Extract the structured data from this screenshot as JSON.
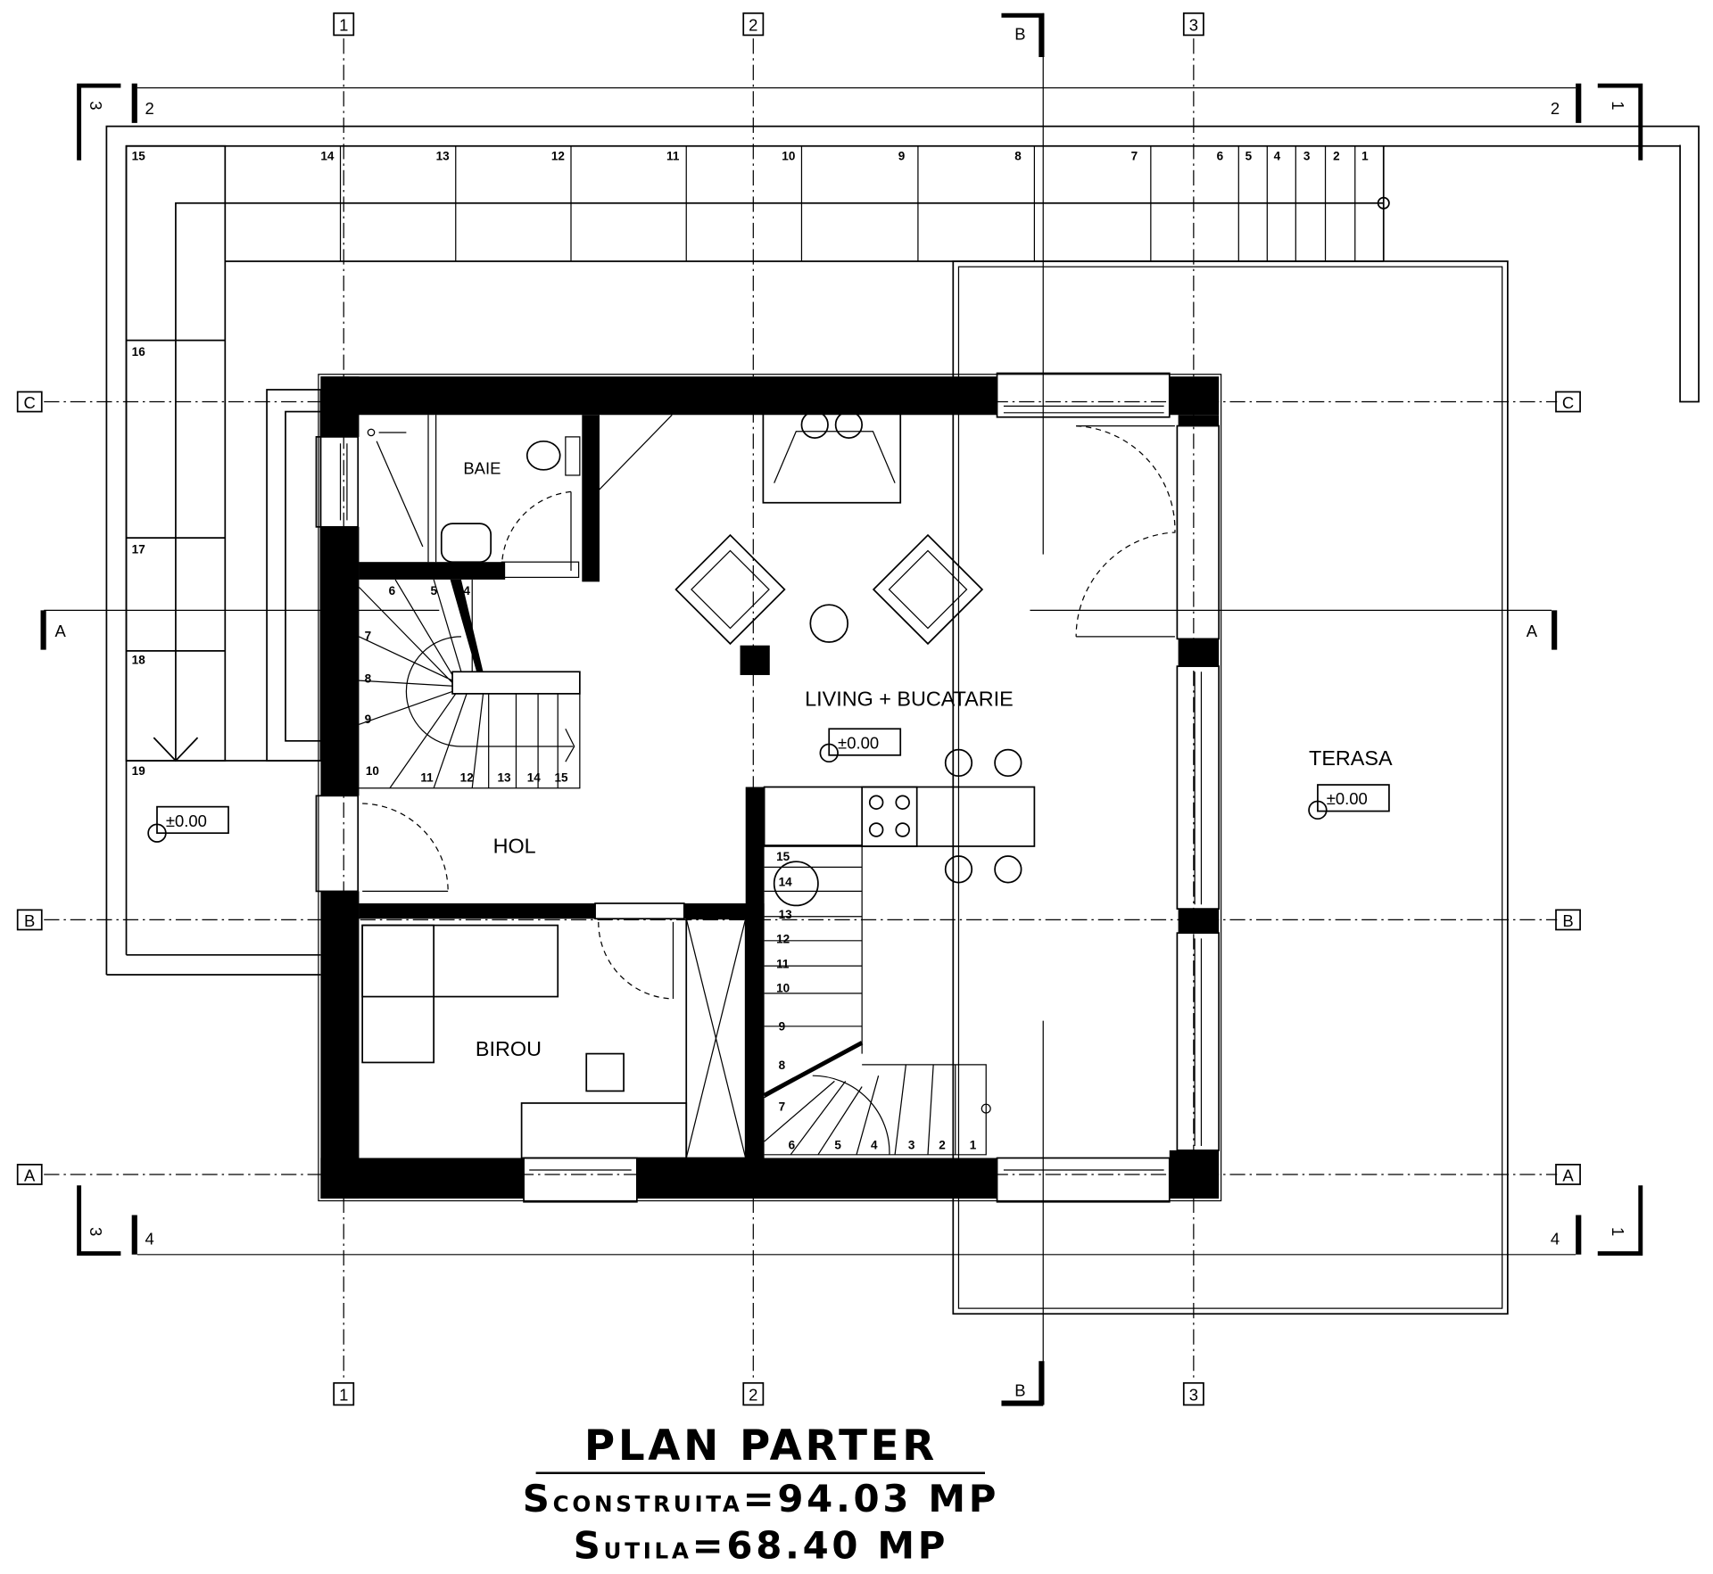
{
  "title": "PLAN PARTER",
  "areas": {
    "built_prefix": "S",
    "built_sub": "CONSTRUITA",
    "built_value": "=94.03 MP",
    "useful_prefix": "S",
    "useful_sub": "UTILA",
    "useful_value": "=68.40 MP"
  },
  "rooms": {
    "baie": "BAIE",
    "living": "LIVING + BUCATARIE",
    "hol": "HOL",
    "birou": "BIROU",
    "terasa": "TERASA"
  },
  "elevations": [
    "±0.00",
    "±0.00",
    "±0.00"
  ],
  "grid": {
    "vertical": [
      "1",
      "2",
      "3"
    ],
    "horizontal": [
      "C",
      "B",
      "A"
    ],
    "section_a": "A",
    "section_b": "B"
  },
  "section_marks": {
    "left_top": "3",
    "top_left": "2",
    "top_right": "2",
    "right_top": "1",
    "left_bottom": "3",
    "bottom_left": "4",
    "bottom_right": "4",
    "right_bottom": "1"
  },
  "outdoor_steps": [
    "15",
    "14",
    "13",
    "12",
    "11",
    "10",
    "9",
    "8",
    "7",
    "6",
    "5",
    "4",
    "3",
    "2",
    "1",
    "16",
    "17",
    "18",
    "19"
  ],
  "hall_stair": [
    "4",
    "5",
    "6",
    "7",
    "8",
    "9",
    "10",
    "11",
    "12",
    "13",
    "14",
    "15"
  ],
  "living_stair": [
    "1",
    "2",
    "3",
    "4",
    "5",
    "6",
    "7",
    "8",
    "9",
    "10",
    "11",
    "12",
    "13",
    "14",
    "15"
  ]
}
